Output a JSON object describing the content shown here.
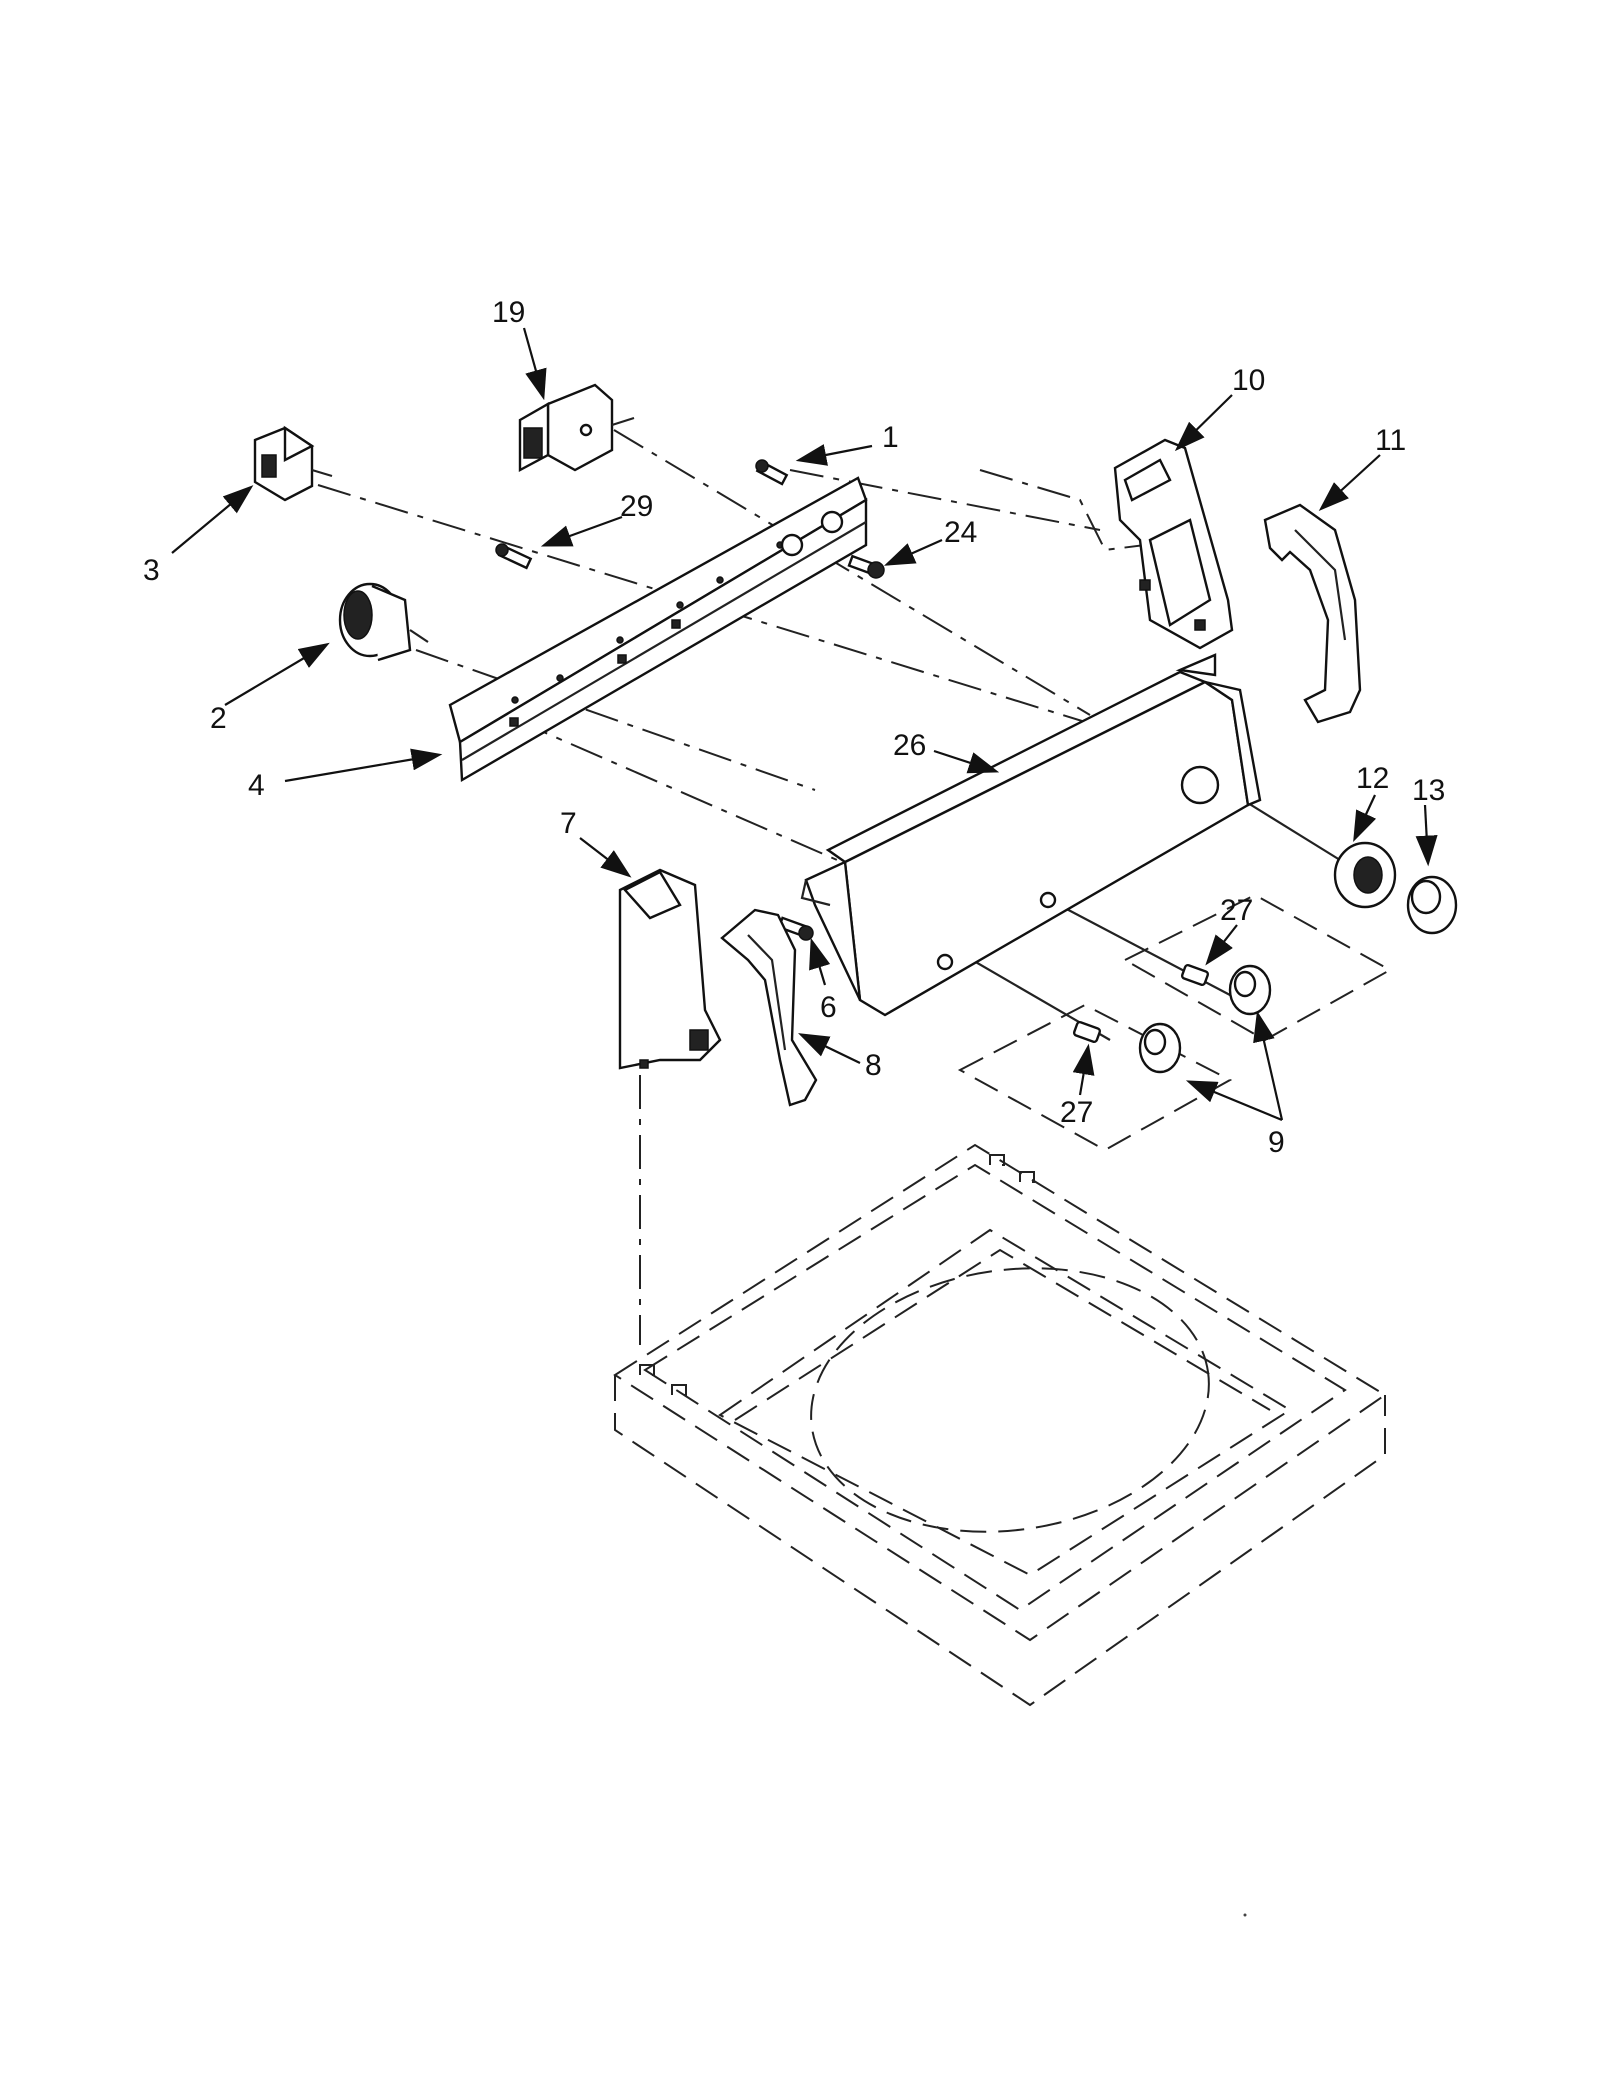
{
  "colors": {
    "ink": "#111111",
    "background": "#ffffff"
  },
  "callouts": {
    "c1": "1",
    "c2": "2",
    "c3": "3",
    "c4": "4",
    "c6": "6",
    "c7": "7",
    "c8": "8",
    "c9": "9",
    "c10": "10",
    "c11": "11",
    "c12": "12",
    "c13": "13",
    "c19": "19",
    "c24": "24",
    "c26": "26",
    "c27a": "27",
    "c27b": "27",
    "c29": "29"
  }
}
